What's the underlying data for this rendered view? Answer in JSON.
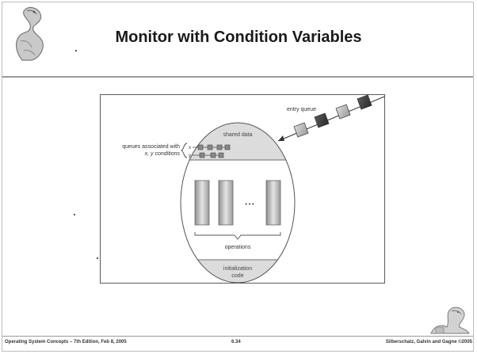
{
  "slide": {
    "title": "Monitor with Condition Variables"
  },
  "figure": {
    "entry_queue_label": "entry queue",
    "shared_data_label": "shared data",
    "queues_label_line1": "queues associated with",
    "queues_label_line2": "x, y conditions",
    "queue_x_label": "x",
    "queue_y_label": "y",
    "ellipsis": "• • •",
    "operations_label": "operations",
    "init_line1": "initialization",
    "init_line2": "code"
  },
  "footer": {
    "left": "Operating System Concepts – 7th Edition, Feb 8, 2005",
    "center": "6.34",
    "right": "Silberschatz, Galvin and Gagne ©2005"
  }
}
